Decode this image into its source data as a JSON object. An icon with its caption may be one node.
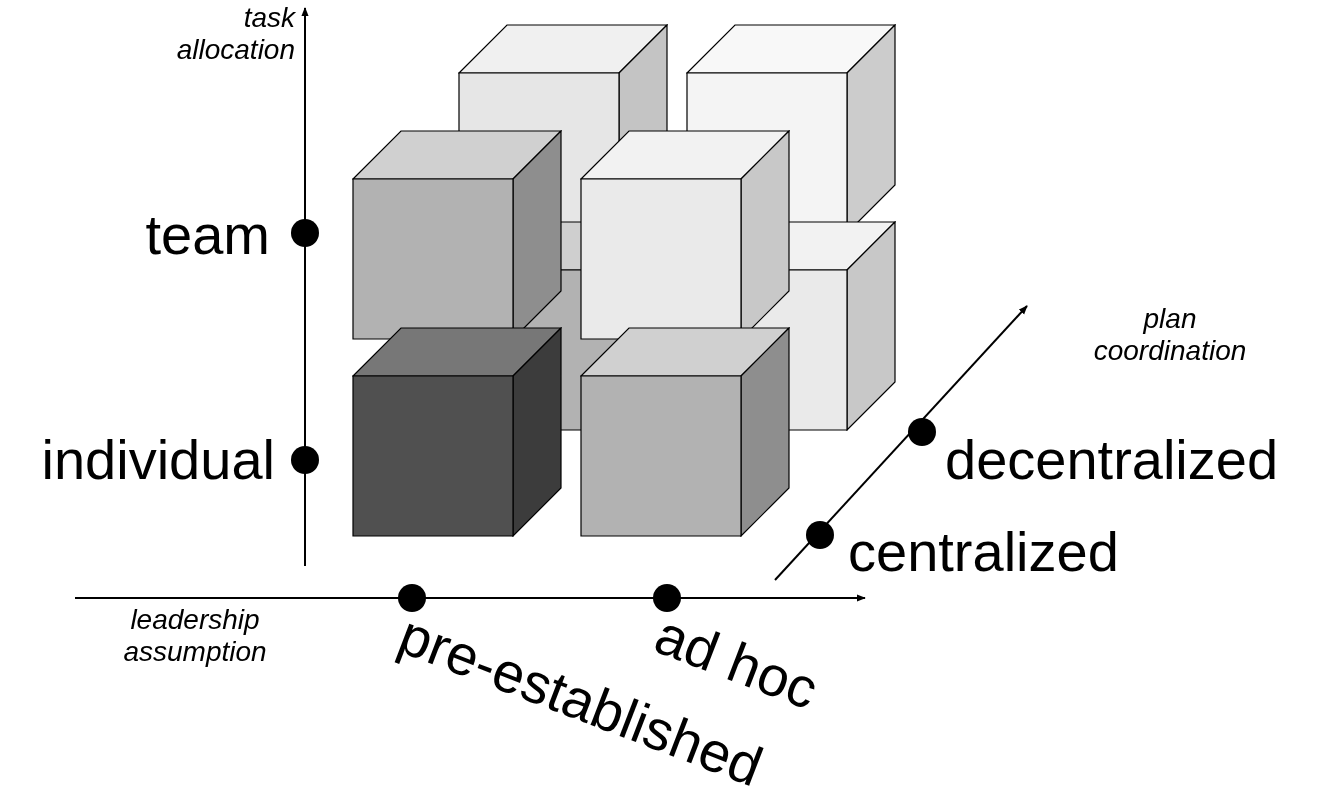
{
  "diagram": {
    "nodes": [
      {
        "text": [],
        "shape": "cube"
      },
      {
        "text": [],
        "shape": "cube"
      },
      {
        "text": [],
        "shape": "cube"
      },
      {
        "text": [],
        "shape": "cube"
      },
      {
        "text": [],
        "shape": "cube"
      },
      {
        "text": [],
        "shape": "cube"
      },
      {
        "text": [],
        "shape": "cube"
      },
      {
        "text": [],
        "shape": "cube"
      }
    ],
    "labels": [
      "task allocation",
      "team",
      "individual",
      "plan coordination",
      "decentralized",
      "centralized",
      "leadership assumption",
      "pre-established",
      "ad hoc"
    ]
  }
}
